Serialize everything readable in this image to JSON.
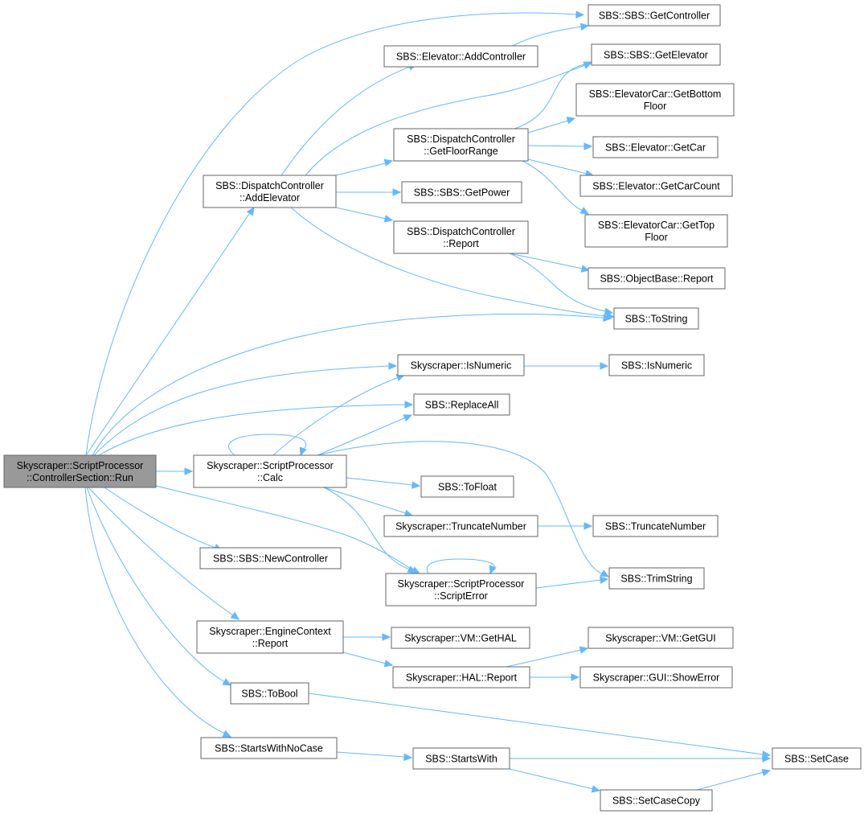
{
  "graph": {
    "colors": {
      "edge": "#63b8ff",
      "node_border": "#666666",
      "root_fill": "#999999",
      "node_fill": "#ffffff"
    },
    "nodes": {
      "run": {
        "lines": [
          "Skyscraper::ScriptProcessor",
          "::ControllerSection::Run"
        ],
        "root": true
      },
      "getController": {
        "lines": [
          "SBS::SBS::GetController"
        ]
      },
      "addController": {
        "lines": [
          "SBS::Elevator::AddController"
        ]
      },
      "getElevator": {
        "lines": [
          "SBS::SBS::GetElevator"
        ]
      },
      "getBottomFloor": {
        "lines": [
          "SBS::ElevatorCar::GetBottom",
          "Floor"
        ]
      },
      "getFloorRange": {
        "lines": [
          "SBS::DispatchController",
          "::GetFloorRange"
        ]
      },
      "getCar": {
        "lines": [
          "SBS::Elevator::GetCar"
        ]
      },
      "addElevator": {
        "lines": [
          "SBS::DispatchController",
          "::AddElevator"
        ]
      },
      "getPower": {
        "lines": [
          "SBS::SBS::GetPower"
        ]
      },
      "getCarCount": {
        "lines": [
          "SBS::Elevator::GetCarCount"
        ]
      },
      "getTopFloor": {
        "lines": [
          "SBS::ElevatorCar::GetTop",
          "Floor"
        ]
      },
      "dcReport": {
        "lines": [
          "SBS::DispatchController",
          "::Report"
        ]
      },
      "objReport": {
        "lines": [
          "SBS::ObjectBase::Report"
        ]
      },
      "toString": {
        "lines": [
          "SBS::ToString"
        ]
      },
      "skyIsNumeric": {
        "lines": [
          "Skyscraper::IsNumeric"
        ]
      },
      "sbsIsNumeric": {
        "lines": [
          "SBS::IsNumeric"
        ]
      },
      "replaceAll": {
        "lines": [
          "SBS::ReplaceAll"
        ]
      },
      "calc": {
        "lines": [
          "Skyscraper::ScriptProcessor",
          "::Calc"
        ]
      },
      "toFloat": {
        "lines": [
          "SBS::ToFloat"
        ]
      },
      "skyTruncate": {
        "lines": [
          "Skyscraper::TruncateNumber"
        ]
      },
      "sbsTruncate": {
        "lines": [
          "SBS::TruncateNumber"
        ]
      },
      "newController": {
        "lines": [
          "SBS::SBS::NewController"
        ]
      },
      "scriptError": {
        "lines": [
          "Skyscraper::ScriptProcessor",
          "::ScriptError"
        ]
      },
      "trimString": {
        "lines": [
          "SBS::TrimString"
        ]
      },
      "engReport": {
        "lines": [
          "Skyscraper::EngineContext",
          "::Report"
        ]
      },
      "getHAL": {
        "lines": [
          "Skyscraper::VM::GetHAL"
        ]
      },
      "getGUI": {
        "lines": [
          "Skyscraper::VM::GetGUI"
        ]
      },
      "halReport": {
        "lines": [
          "Skyscraper::HAL::Report"
        ]
      },
      "showError": {
        "lines": [
          "Skyscraper::GUI::ShowError"
        ]
      },
      "toBool": {
        "lines": [
          "SBS::ToBool"
        ]
      },
      "startsWithNoCase": {
        "lines": [
          "SBS::StartsWithNoCase"
        ]
      },
      "startsWith": {
        "lines": [
          "SBS::StartsWith"
        ]
      },
      "setCase": {
        "lines": [
          "SBS::SetCase"
        ]
      },
      "setCaseCopy": {
        "lines": [
          "SBS::SetCaseCopy"
        ]
      }
    },
    "edges": [
      [
        "run",
        "getController"
      ],
      [
        "run",
        "addElevator"
      ],
      [
        "run",
        "toString"
      ],
      [
        "run",
        "skyIsNumeric"
      ],
      [
        "run",
        "replaceAll"
      ],
      [
        "run",
        "calc"
      ],
      [
        "run",
        "newController"
      ],
      [
        "run",
        "scriptError"
      ],
      [
        "run",
        "engReport"
      ],
      [
        "run",
        "toBool"
      ],
      [
        "run",
        "startsWithNoCase"
      ],
      [
        "addController",
        "getController"
      ],
      [
        "addElevator",
        "addController"
      ],
      [
        "addElevator",
        "getElevator"
      ],
      [
        "addElevator",
        "getFloorRange"
      ],
      [
        "addElevator",
        "getPower"
      ],
      [
        "addElevator",
        "dcReport"
      ],
      [
        "addElevator",
        "toString"
      ],
      [
        "getFloorRange",
        "getElevator"
      ],
      [
        "getFloorRange",
        "getBottomFloor"
      ],
      [
        "getFloorRange",
        "getCar"
      ],
      [
        "getFloorRange",
        "getCarCount"
      ],
      [
        "getFloorRange",
        "getTopFloor"
      ],
      [
        "dcReport",
        "objReport"
      ],
      [
        "dcReport",
        "toString"
      ],
      [
        "skyIsNumeric",
        "sbsIsNumeric"
      ],
      [
        "calc",
        "calc"
      ],
      [
        "calc",
        "skyIsNumeric"
      ],
      [
        "calc",
        "replaceAll"
      ],
      [
        "calc",
        "toFloat"
      ],
      [
        "calc",
        "skyTruncate"
      ],
      [
        "calc",
        "trimString"
      ],
      [
        "calc",
        "scriptError"
      ],
      [
        "skyTruncate",
        "sbsTruncate"
      ],
      [
        "scriptError",
        "scriptError"
      ],
      [
        "scriptError",
        "trimString"
      ],
      [
        "engReport",
        "getHAL"
      ],
      [
        "engReport",
        "halReport"
      ],
      [
        "halReport",
        "getGUI"
      ],
      [
        "halReport",
        "showError"
      ],
      [
        "toBool",
        "setCase"
      ],
      [
        "startsWithNoCase",
        "startsWith"
      ],
      [
        "startsWith",
        "setCase"
      ],
      [
        "startsWith",
        "setCaseCopy"
      ],
      [
        "setCaseCopy",
        "setCase"
      ]
    ]
  }
}
